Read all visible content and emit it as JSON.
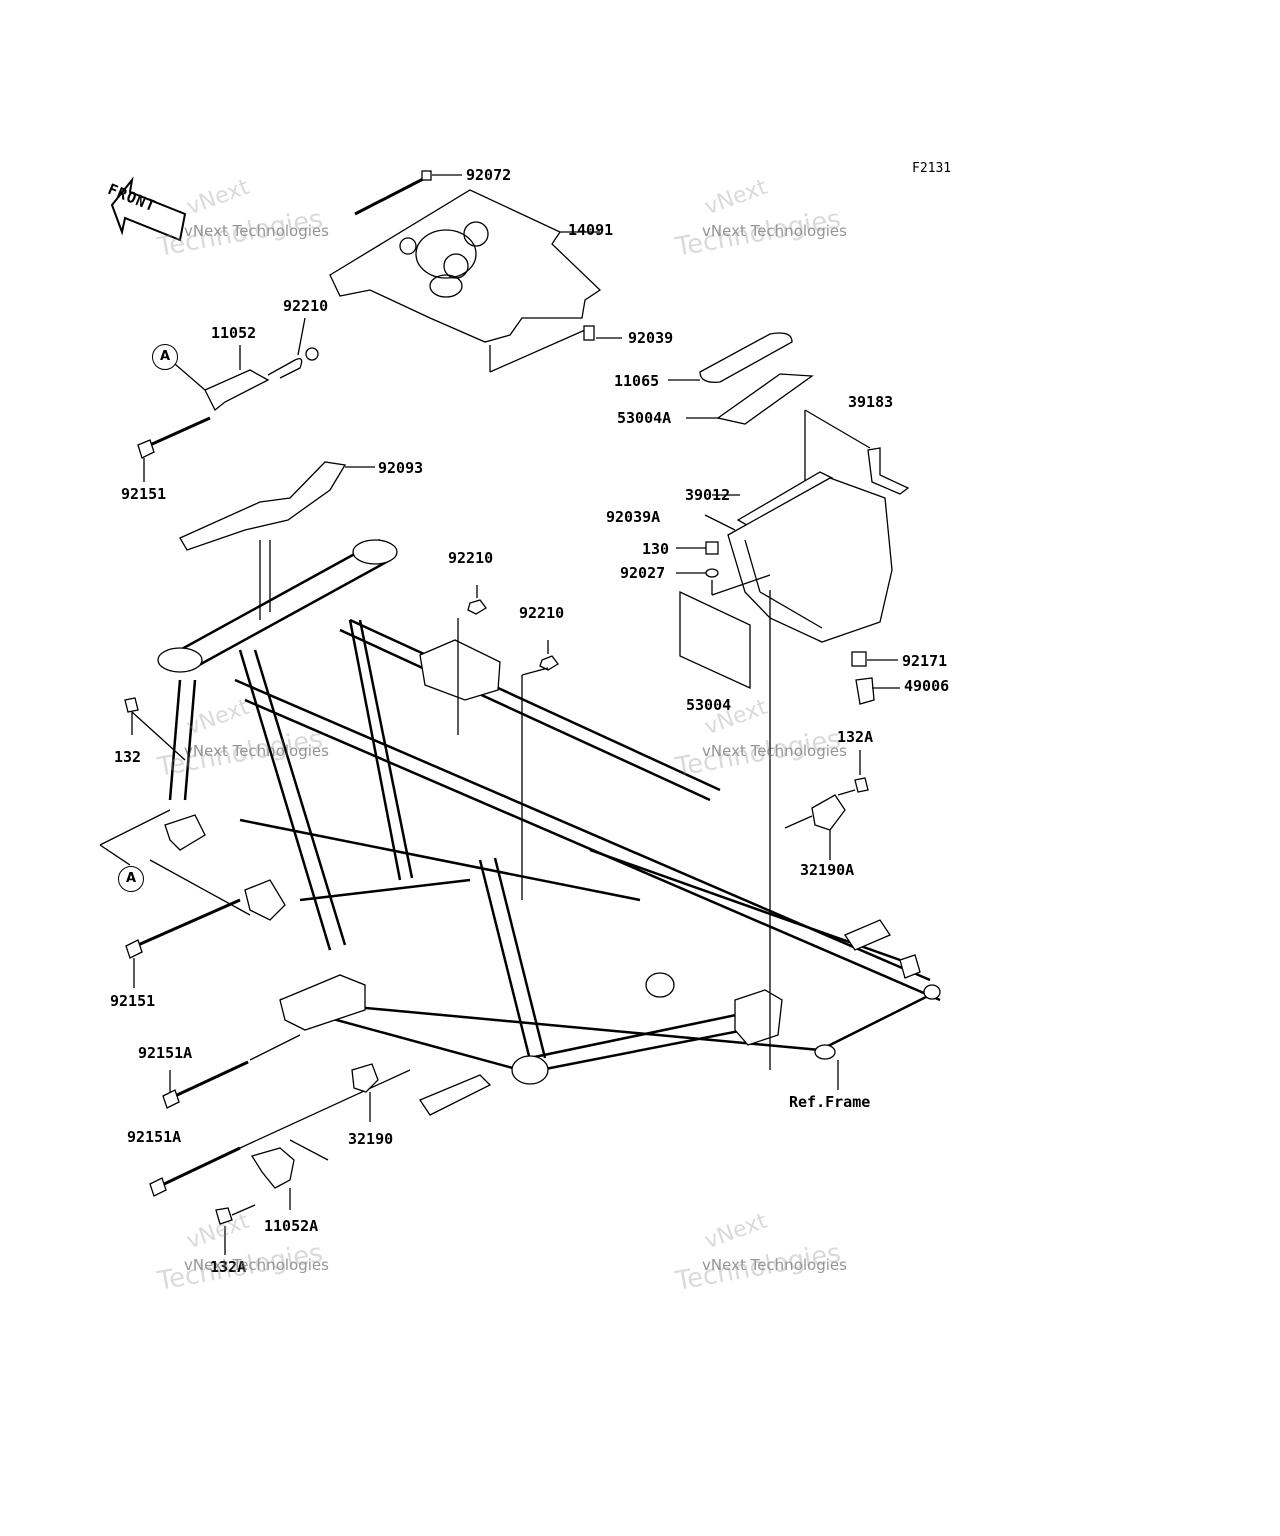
{
  "figure_code": "F2131",
  "front_label": "FRONT",
  "callout_letter": "A",
  "watermark": {
    "line1": "vNext",
    "line2": "vNext Technologies",
    "line3": "Technologies"
  },
  "parts": {
    "p92072": "92072",
    "p14091": "14091",
    "p92210_a": "92210",
    "p11052": "11052",
    "p92039": "92039",
    "p11065": "11065",
    "p53004A": "53004A",
    "p39183": "39183",
    "p92151_a": "92151",
    "p92093": "92093",
    "p39012": "39012",
    "p92039A": "92039A",
    "p130": "130",
    "p92210_b": "92210",
    "p92027": "92027",
    "p92210_c": "92210",
    "p92171": "92171",
    "p49006": "49006",
    "p53004": "53004",
    "p132": "132",
    "p132A_a": "132A",
    "p32190A": "32190A",
    "p92151_b": "92151",
    "p92151A_a": "92151A",
    "ref_frame": "Ref.Frame",
    "p32190": "32190",
    "p92151A_b": "92151A",
    "p11052A": "11052A",
    "p132A_b": "132A"
  }
}
